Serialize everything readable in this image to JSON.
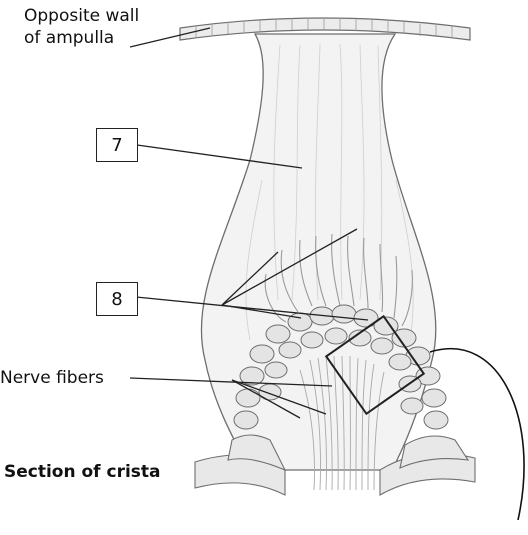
{
  "labels": {
    "opposite_wall_line1": "Opposite wall",
    "opposite_wall_line2": "of ampulla",
    "nerve_fibers": "Nerve fibers",
    "section_of_crista": "Section of crista"
  },
  "callouts": {
    "box7": "7",
    "box8": "8"
  },
  "colors": {
    "line": "#222222",
    "tissue_outline": "#6e6e6e",
    "cupula_fill": "#f3f3f3",
    "cell_fill": "#e4e4e4",
    "fiber": "#a9a9a9"
  }
}
